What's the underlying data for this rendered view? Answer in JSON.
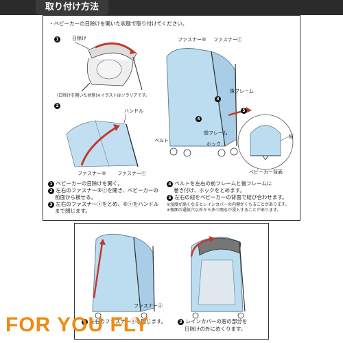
{
  "header": {
    "title": "取り付け方法"
  },
  "intro": "・ベビーカーの日除けを開いた状態で取り付けてください。",
  "fig1": {
    "badge": "1",
    "label_sunshade": "日除け",
    "caption": "(日除けを開いた状態)",
    "caption_note": "※イラストはソラリアです。"
  },
  "fig2": {
    "badge": "2",
    "label_handle": "ハンドル",
    "label_zipper_b": "ファスナー®",
    "label_zipper_c": "ファスナーⓒ"
  },
  "fig_main": {
    "label_zipper_b": "ファスナー®",
    "label_zipper_c": "ファスナーⓒ",
    "label_rear_frame": "後フレーム",
    "label_front_frame": "前フレーム",
    "label_belt": "ベルト",
    "label_hook": "ホック",
    "badge3": "3",
    "badge4": "4"
  },
  "fig5": {
    "badge": "5",
    "label_strap": "紐",
    "caption": "ベビーカー背面"
  },
  "steps_left": [
    {
      "num": "1",
      "text": "ベビーカーの日除けを開く。"
    },
    {
      "num": "2",
      "text": "左右のファスナー®ⓒを開き、ベビーカーの",
      "text2": "前面から被せる。"
    },
    {
      "num": "3",
      "text": "左右のファスナーⓒをとめ、®ⓒをハンドル",
      "text2": "まで閉じます。"
    }
  ],
  "steps_right": [
    {
      "num": "4",
      "text": "ベルトを左右の前フレームと後フレームに",
      "text2": "巻き付け、ホックをとめます。"
    },
    {
      "num": "5",
      "text": "左右の紐をベビーカーの背面で結び合わせます。"
    }
  ],
  "notes": [
    "※湿度が高くなるとレインカバーの内側がくもることがあります。",
    "※側面の通気穴以外から多少雨水が浸入することがあります。"
  ],
  "bottom": {
    "label_zipper_a": "ファスナーⓐ",
    "step1": "左右のファスナーⓐを閉じます。",
    "step2_line1": "レインカバーの窓の部分を",
    "step2_line2": "日除けの外にめくります。",
    "badge1": "1",
    "badge2": "2"
  },
  "watermark": "FOR YOU FLY",
  "colors": {
    "cover_blue": "#bcdcf0",
    "accent_red": "#c0392b",
    "watermark": "#f08a12"
  }
}
